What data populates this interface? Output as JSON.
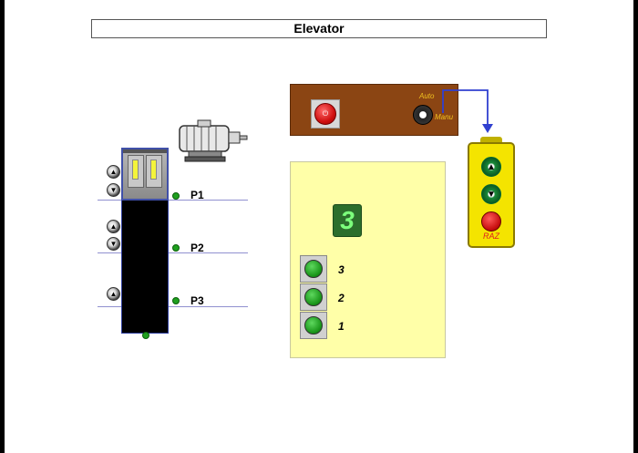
{
  "title": "Elevator",
  "floors": [
    {
      "label": "P1"
    },
    {
      "label": "P2"
    },
    {
      "label": "P3"
    }
  ],
  "floor_display": {
    "value": "3"
  },
  "floor_buttons": [
    {
      "label": "3"
    },
    {
      "label": "2"
    },
    {
      "label": "1"
    }
  ],
  "control_panel": {
    "auto_label": "Auto",
    "manu_label": "Manu"
  },
  "pendant": {
    "reset_label": "RAZ"
  },
  "colors": {
    "panel": "#8b4513",
    "display_panel": "#ffffa8",
    "pendant": "#f4e400",
    "wire": "#3040d0",
    "lamp_on": "#1a961a"
  },
  "icons": {
    "call_up": "arrow-up-icon",
    "call_down": "arrow-down-icon",
    "emergency_stop": "emergency-stop-icon",
    "motor": "motor-icon"
  }
}
